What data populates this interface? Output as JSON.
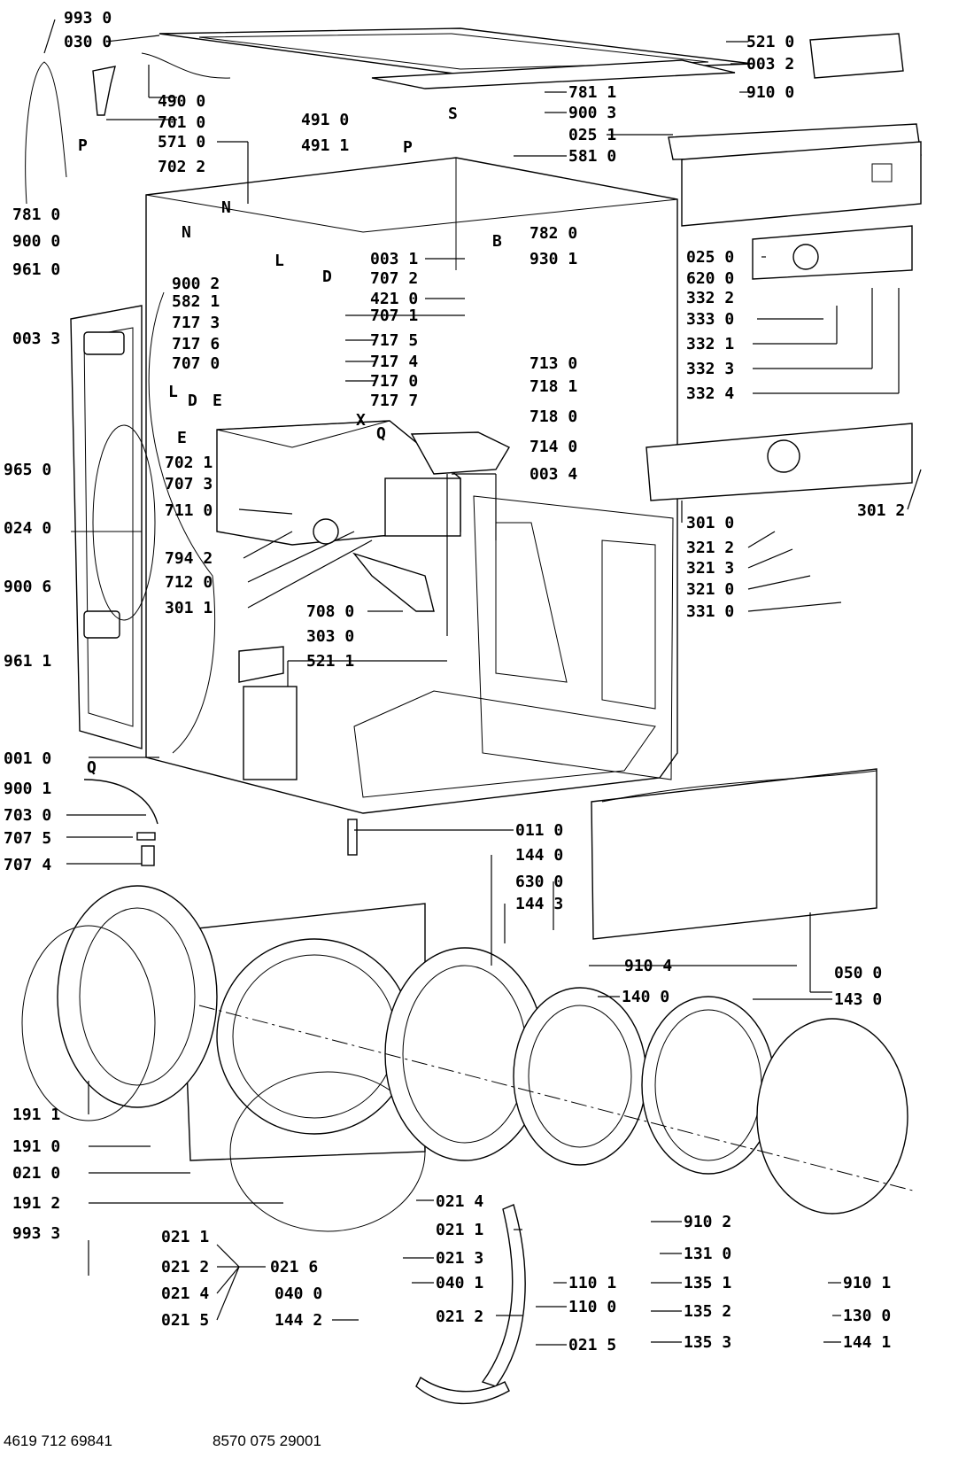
{
  "callouts": [
    "993 0",
    "030 0",
    "490 0",
    "701 0",
    "571 0",
    "702 2",
    "781 0",
    "900 0",
    "961 0",
    "003 3",
    "965 0",
    "024 0",
    "900 6",
    "961 1",
    "001 0",
    "900 1",
    "703 0",
    "707 5",
    "707 4",
    "191 1",
    "191 0",
    "021 0",
    "191 2",
    "993 3",
    "021 1",
    "021 2",
    "021 4",
    "021 5",
    "021 6",
    "040 0",
    "144 2",
    "021 4",
    "021 1",
    "021 3",
    "040 1",
    "021 2",
    "110 1",
    "110 0",
    "021 5",
    "910 2",
    "131 0",
    "135 1",
    "135 2",
    "135 3",
    "910 1",
    "130 0",
    "144 1",
    "011 0",
    "144 0",
    "630 0",
    "144 3",
    "910 4",
    "140 0",
    "143 0",
    "050 0",
    "521 0",
    "003 2",
    "910 0",
    "781 1",
    "900 3",
    "025 1",
    "491 0",
    "491 1",
    "581 0",
    "782 0",
    "930 1",
    "003 1",
    "707 2",
    "421 0",
    "900 2",
    "582 1",
    "707 1",
    "717 3",
    "717 5",
    "717 6",
    "717 4",
    "707 0",
    "717 0",
    "717 7",
    "713 0",
    "718 1",
    "718 0",
    "702 1",
    "707 3",
    "711 0",
    "714 0",
    "003 4",
    "794 2",
    "712 0",
    "301 1",
    "708 0",
    "303 0",
    "521 1",
    "025 0",
    "620 0",
    "332 2",
    "333 0",
    "332 1",
    "332 3",
    "332 4",
    "301 0",
    "301 2",
    "321 2",
    "321 3",
    "321 0",
    "331 0"
  ],
  "letters": [
    "P",
    "N",
    "N",
    "L",
    "D",
    "S",
    "P",
    "B",
    "L",
    "D",
    "E",
    "E",
    "X",
    "Q",
    "Q"
  ],
  "footer": {
    "left_code": "4619 712 69841",
    "right_code": "8570 075 29001"
  }
}
